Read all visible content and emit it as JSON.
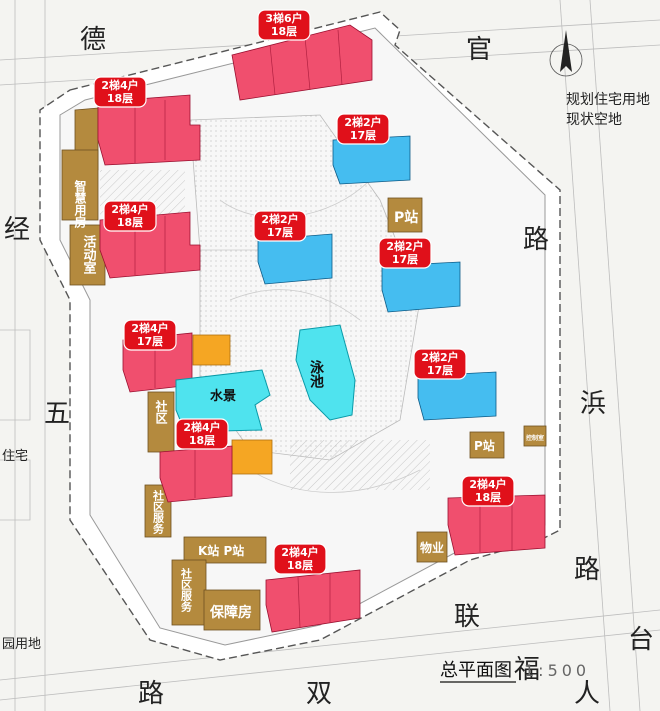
{
  "roads": {
    "de": "德",
    "jing": "经",
    "wu": "五",
    "lu_left": "路",
    "guan": "官",
    "lu_right": "路",
    "bin": "浜",
    "lu_br": "路",
    "lian": "联",
    "fu": "福",
    "ren": "人",
    "tai": "台",
    "shuang": "双"
  },
  "planning_note": [
    "规划住宅用地",
    "现状空地"
  ],
  "left_labels": [
    "住宅",
    "园用地"
  ],
  "drawing_title": "总平面图",
  "drawing_scale": "1:500",
  "buildings": [
    {
      "line1": "2梯4户",
      "line2": "18层"
    },
    {
      "line1": "3梯6户",
      "line2": "18层"
    },
    {
      "line1": "2梯2户",
      "line2": "17层"
    },
    {
      "line1": "2梯4户",
      "line2": "18层"
    },
    {
      "line1": "2梯2户",
      "line2": "17层"
    },
    {
      "line1": "2梯2户",
      "line2": "17层"
    },
    {
      "line1": "2梯4户",
      "line2": "17层"
    },
    {
      "line1": "2梯2户",
      "line2": "17层"
    },
    {
      "line1": "2梯4户",
      "line2": "18层"
    },
    {
      "line1": "2梯4户",
      "line2": "18层"
    },
    {
      "line1": "2梯4户",
      "line2": "18层"
    }
  ],
  "facilities": {
    "smart_room": "智慧用房",
    "activity": "活动室",
    "community_top": "社区",
    "community_service": "社区服务",
    "community_service2": "社区服务",
    "kstation": "K站 P站",
    "housing": "保障房",
    "property": "物业",
    "p1": "P站",
    "p2": "P站",
    "small": "控制室"
  },
  "water_feature": "水景",
  "pool": "泳池",
  "colors": {
    "tall": "#f04f6e",
    "mid": "#45bdf0",
    "amenity": "#b48a3e",
    "orange": "#f5a623",
    "label": "#e0101a",
    "water": "#4fe3ee"
  }
}
